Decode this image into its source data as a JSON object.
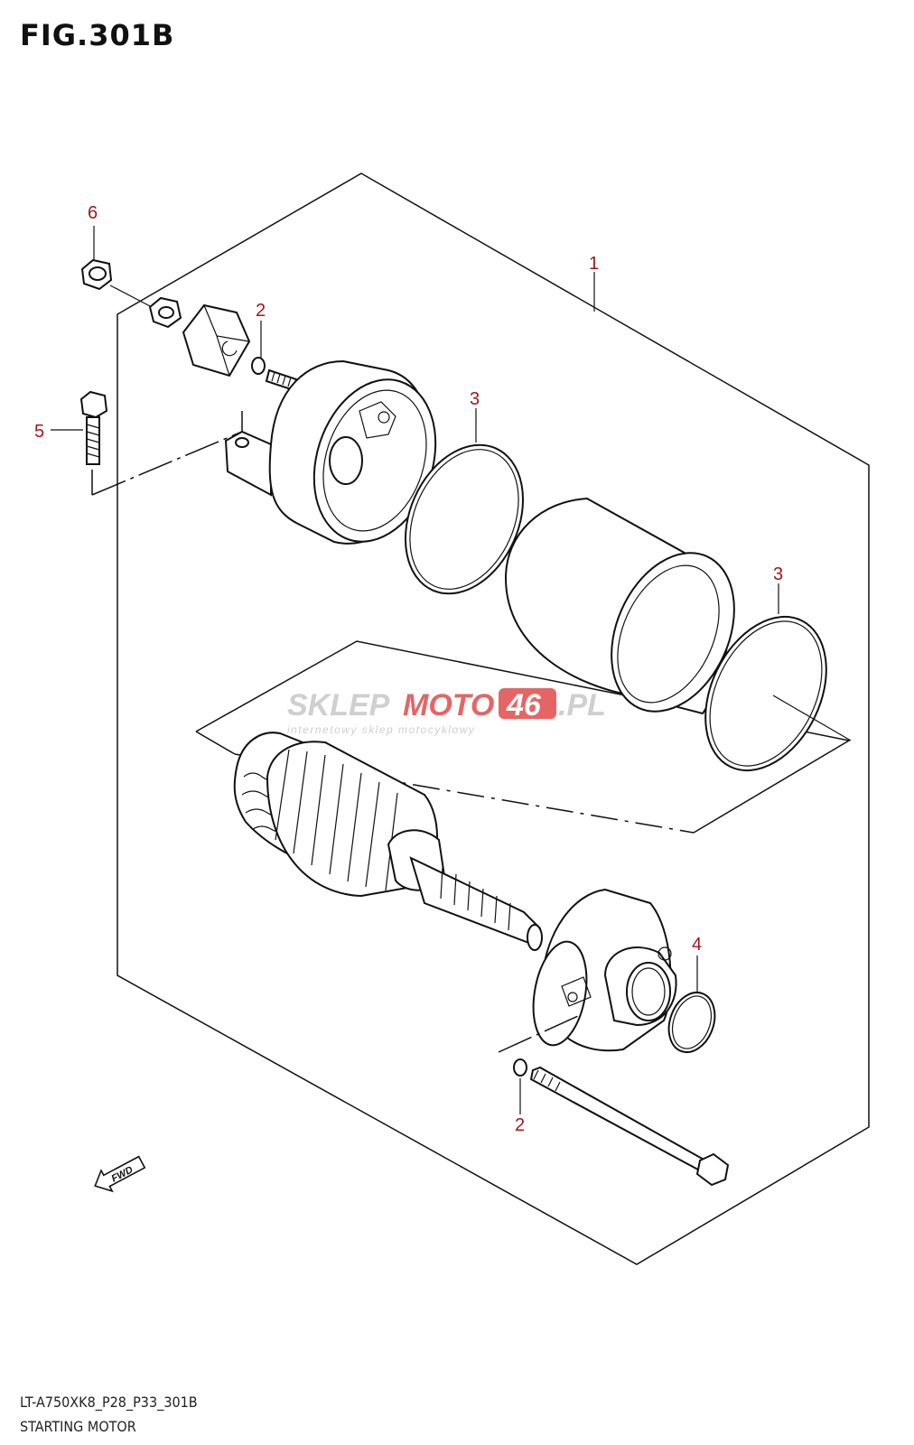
{
  "figure": {
    "title": "FIG.301B",
    "model_code": "LT-A750XK8_P28_P33_301B",
    "caption": "STARTING MOTOR"
  },
  "callouts": [
    {
      "id": "1"
    },
    {
      "id": "2"
    },
    {
      "id": "3"
    },
    {
      "id": "3"
    },
    {
      "id": "4"
    },
    {
      "id": "5"
    },
    {
      "id": "6"
    },
    {
      "id": "2"
    }
  ],
  "watermark": {
    "brand_a": "SKLEP",
    "brand_b": "MOTO",
    "brand_c": "46",
    "brand_d": ".PL",
    "tagline": "internetowy sklep motocyklowy"
  },
  "fwd_label": "FWD",
  "colors": {
    "callout": "#a01818",
    "line": "#111111",
    "watermark_red": "#e14b4b",
    "watermark_grey": "#c7c7c7"
  }
}
